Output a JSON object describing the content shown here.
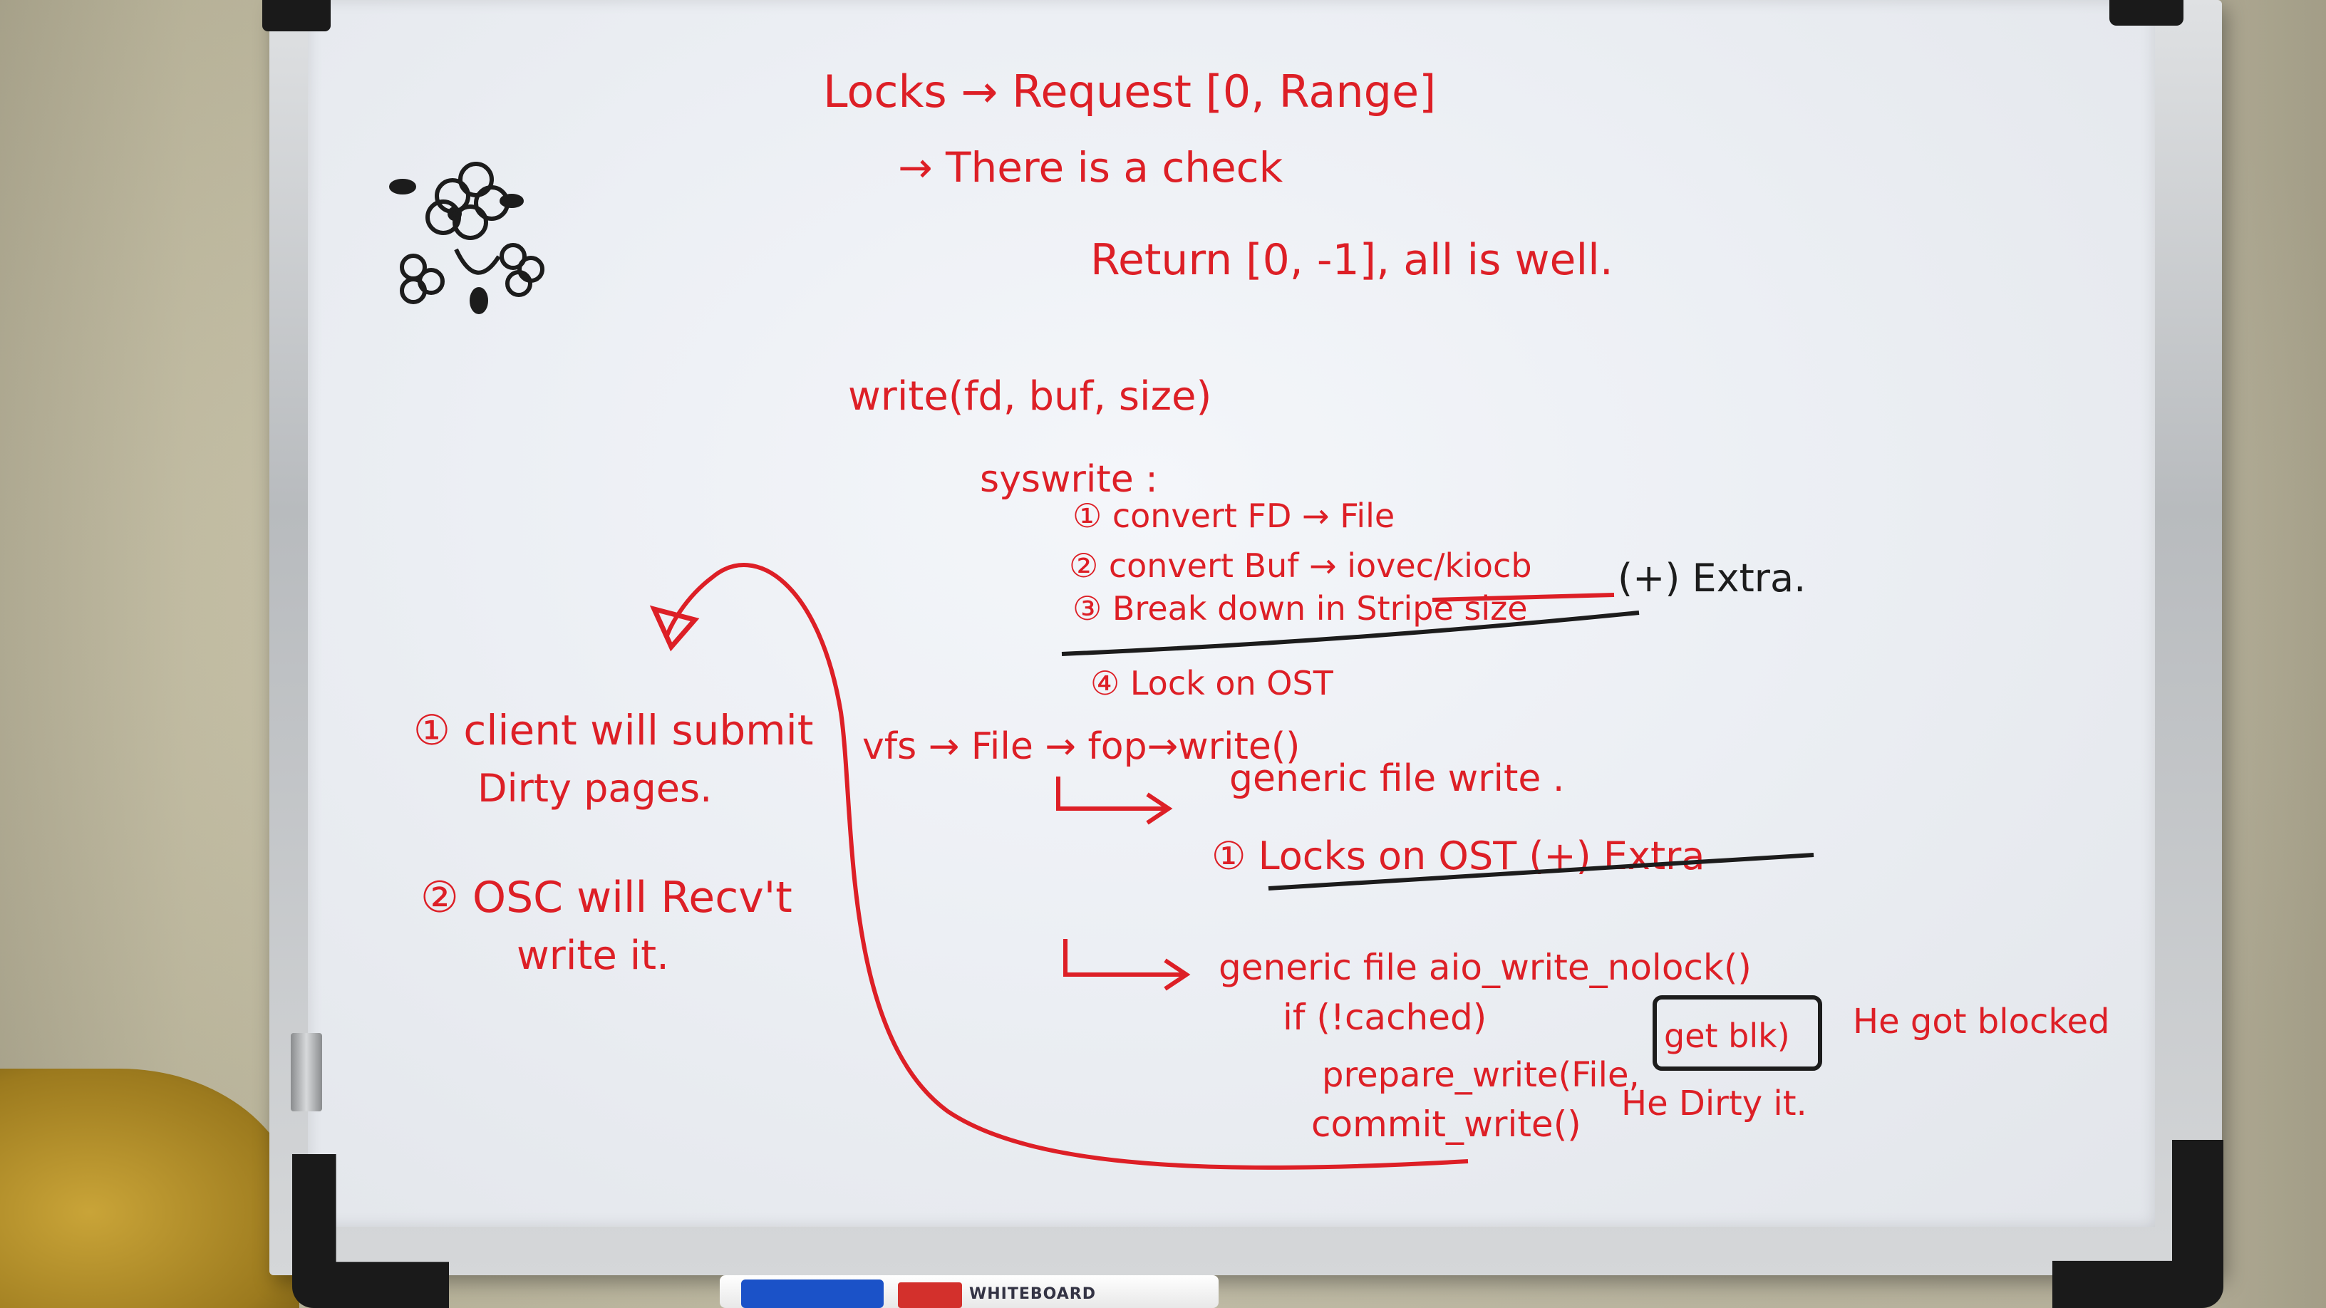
{
  "scene": "whiteboard-photo",
  "colors": {
    "ink_red": "#dd1f26",
    "ink_black": "#1c1c1c",
    "board": "#eceff4",
    "frame": "#c8cbce",
    "wall": "#cdc8b0",
    "cloth": "#b08b2a"
  },
  "top_notes": {
    "line1": "Locks → Request [0, Range]",
    "line2": "→ There is a check",
    "line3": "Return [0, -1], all is well."
  },
  "flow": {
    "write_call": "write(fd, buf, size)",
    "syswrite": "syswrite :",
    "step1": "① convert FD → File",
    "step2": "② convert Buf → iovec/kiocb",
    "step3": "③ Break down in Stripe size",
    "step3_extra": "(+) Extra.",
    "step4": "④ Lock on OST",
    "vfs_line": "vfs → File → fop→write()",
    "generic_write": "generic file write .",
    "generic_sub": "① Locks on OST (+) Extra",
    "aio_call": "generic file aio_write_nolock()",
    "if_cached": "if (!cached)",
    "prepare_write": "prepare_write(File,",
    "prepare_boxed": "get blk)",
    "prepare_note": "He got blocked",
    "commit_write": "commit_write()",
    "commit_note": "He Dirty it."
  },
  "left_notes": {
    "note1_a": "① client will submit",
    "note1_b": "Dirty pages.",
    "note2_a": "② OSC will Recv't",
    "note2_b": "write it."
  },
  "marker_label": "WHITEBOARD"
}
